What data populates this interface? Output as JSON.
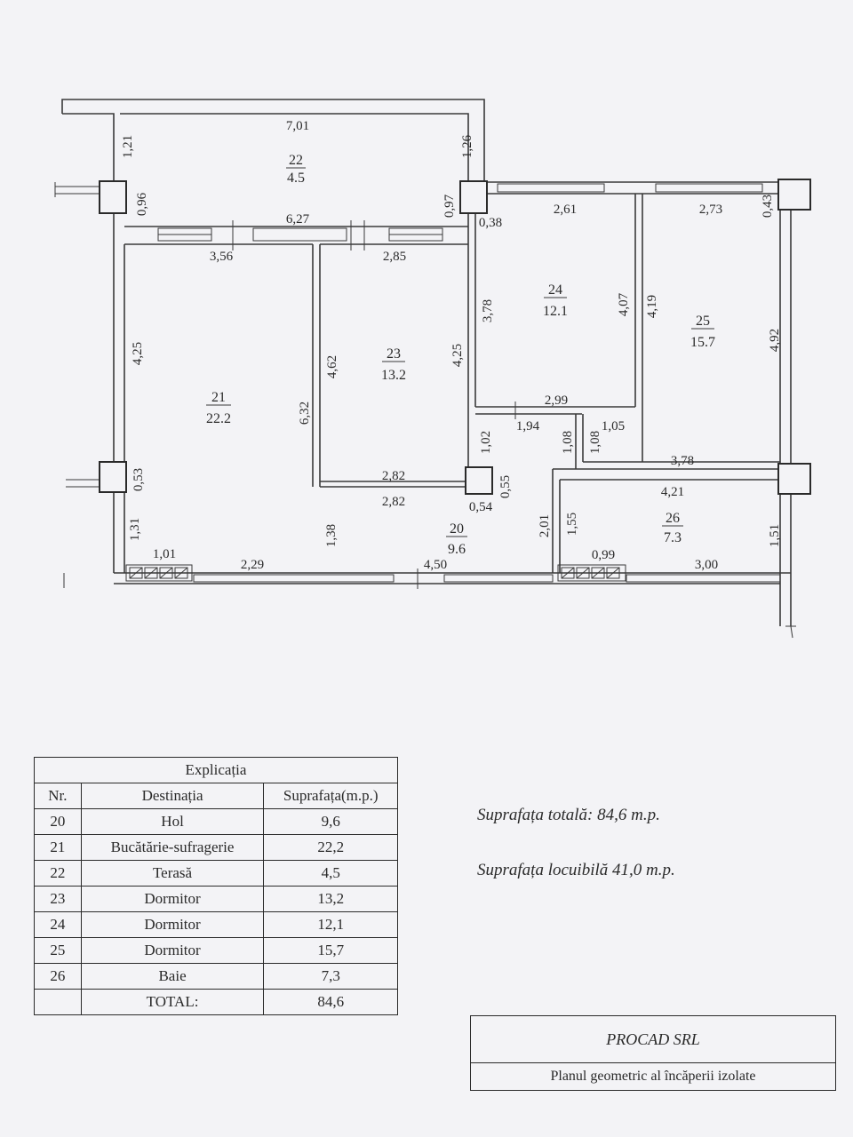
{
  "rooms": [
    {
      "id": "22",
      "num": "22",
      "area": "4.5"
    },
    {
      "id": "21",
      "num": "21",
      "area": "22.2"
    },
    {
      "id": "23",
      "num": "23",
      "area": "13.2"
    },
    {
      "id": "24",
      "num": "24",
      "area": "12.1"
    },
    {
      "id": "25",
      "num": "25",
      "area": "15.7"
    },
    {
      "id": "20",
      "num": "20",
      "area": "9.6"
    },
    {
      "id": "26",
      "num": "26",
      "area": "7.3"
    }
  ],
  "dimensions": [
    "7,01",
    "1,21",
    "1,26",
    "0,96",
    "6,27",
    "0,97",
    "0,38",
    "2,61",
    "2,73",
    "0,43",
    "3,56",
    "2,85",
    "3,78",
    "4,07",
    "4,19",
    "4,25",
    "4,62",
    "4,25",
    "6,32",
    "4,92",
    "2,99",
    "1,94",
    "1,05",
    "1,02",
    "1,08",
    "1,08",
    "3,78",
    "0,53",
    "2,82",
    "2,82",
    "0,55",
    "0,54",
    "4,21",
    "1,31",
    "1,38",
    "2,01",
    "1,55",
    "1,51",
    "1,01",
    "2,29",
    "4,50",
    "0,99",
    "3,00"
  ],
  "legend": {
    "title": "Explicația",
    "headers": [
      "Nr.",
      "Destinația",
      "Suprafața(m.p.)"
    ],
    "rows": [
      [
        "20",
        "Hol",
        "9,6"
      ],
      [
        "21",
        "Bucătărie-sufragerie",
        "22,2"
      ],
      [
        "22",
        "Terasă",
        "4,5"
      ],
      [
        "23",
        "Dormitor",
        "13,2"
      ],
      [
        "24",
        "Dormitor",
        "12,1"
      ],
      [
        "25",
        "Dormitor",
        "15,7"
      ],
      [
        "26",
        "Baie",
        "7,3"
      ]
    ],
    "total_label": "TOTAL:",
    "total_value": "84,6"
  },
  "summary": {
    "total": "Suprafața totală: 84,6 m.p.",
    "living": "Suprafața locuibilă 41,0 m.p."
  },
  "company": {
    "name": "PROCAD SRL",
    "subtitle": "Planul geometric al încăperii izolate"
  }
}
